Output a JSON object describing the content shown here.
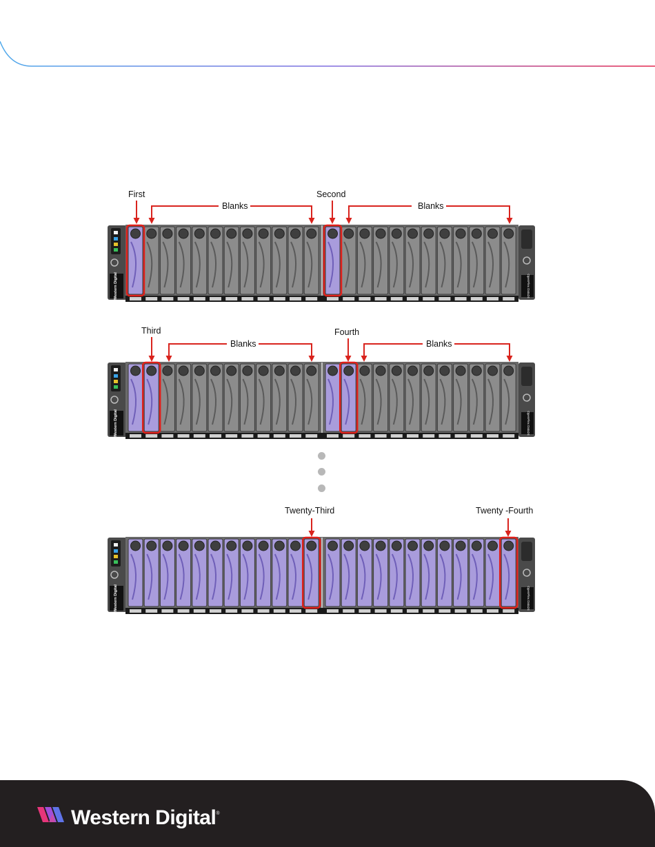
{
  "diagram": {
    "rows": [
      {
        "slot_labels": [
          "First",
          "Second"
        ],
        "blanks": [
          "Blanks",
          "Blanks"
        ],
        "highlighted_slots": [
          1,
          13
        ],
        "installed_slots": [
          1,
          13
        ]
      },
      {
        "slot_labels": [
          "Third",
          "Fourth"
        ],
        "blanks": [
          "Blanks",
          "Blanks"
        ],
        "highlighted_slots": [
          2,
          14
        ],
        "installed_slots": [
          1,
          2,
          13,
          14
        ]
      },
      {
        "slot_labels": [
          "Twenty-Third",
          "Twenty -Fourth"
        ],
        "highlighted_slots": [
          12,
          24
        ],
        "installed_slots": [
          1,
          2,
          3,
          4,
          5,
          6,
          7,
          8,
          9,
          10,
          11,
          12,
          13,
          14,
          15,
          16,
          17,
          18,
          19,
          20,
          21,
          22,
          23,
          24
        ]
      }
    ],
    "chassis": {
      "brand_text": "Western Digital",
      "model_text": "OpenFlex Data24",
      "slot_count": 24
    },
    "colors": {
      "highlight": "#e0201b",
      "arrow": "#d9231d",
      "drive_installed": "#a99cdc",
      "blank_tray": "#8c8c8c"
    }
  },
  "footer": {
    "brand": "Western Digital",
    "trademark": "®",
    "background": "#231f20"
  }
}
